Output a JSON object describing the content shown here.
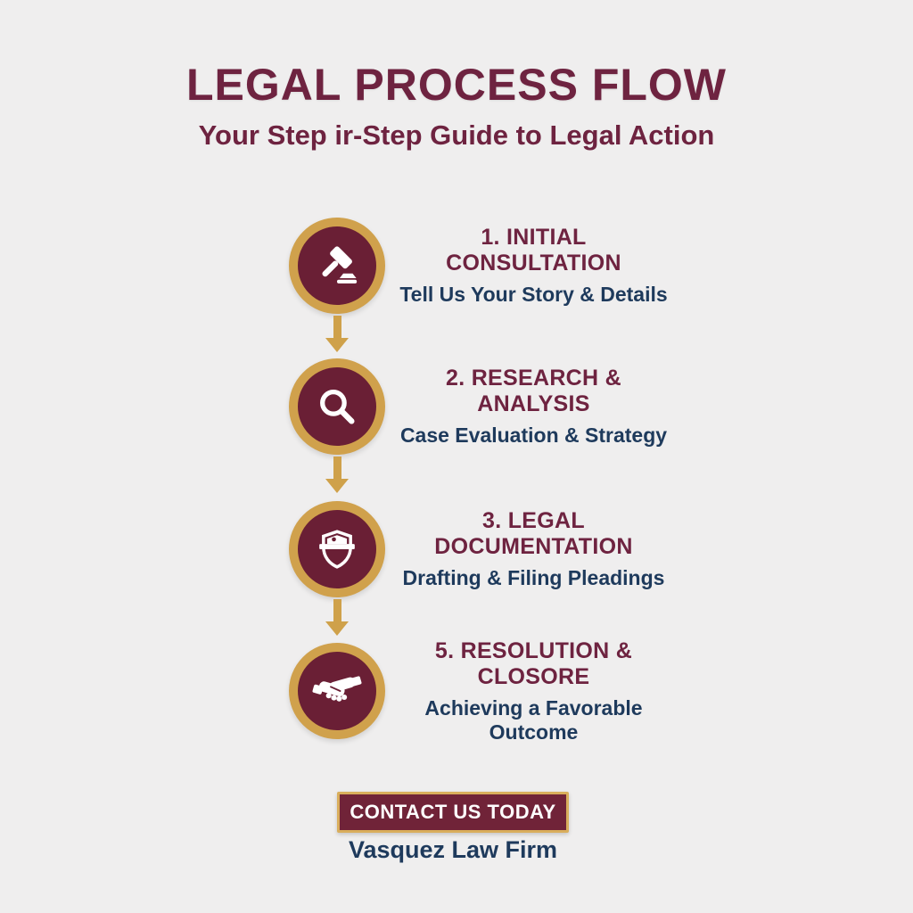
{
  "header": {
    "title": "LEGAL PROCESS FLOW",
    "subtitle": "Your Step ir-Step Guide to Legal Action"
  },
  "steps": [
    {
      "title": "1. INITIAL CONSULTATION",
      "subtitle": "Tell Us Your Story & Details",
      "icon": "gavel-icon"
    },
    {
      "title": "2. RESEARCH & ANALYSIS",
      "subtitle": "Case Evaluation & Strategy",
      "icon": "magnifier-icon"
    },
    {
      "title": "3. LEGAL DOCUMENTATION",
      "subtitle": "Drafting & Filing Pleadings",
      "icon": "shield-icon"
    },
    {
      "title": "5. RESOLUTION & CLOSORE",
      "subtitle": "Achieving a Favorable Outcome",
      "icon": "handshake-icon"
    }
  ],
  "footer": {
    "cta_label": "CONTACT US TODAY",
    "firm_name": "Vasquez Law Firm"
  },
  "colors": {
    "background": "#EFEEEE",
    "maroon": "#6A1F35",
    "maroon_text": "#6E2340",
    "gold": "#D0A14C",
    "navy": "#1E3A5C",
    "white": "#FFFFFF"
  }
}
